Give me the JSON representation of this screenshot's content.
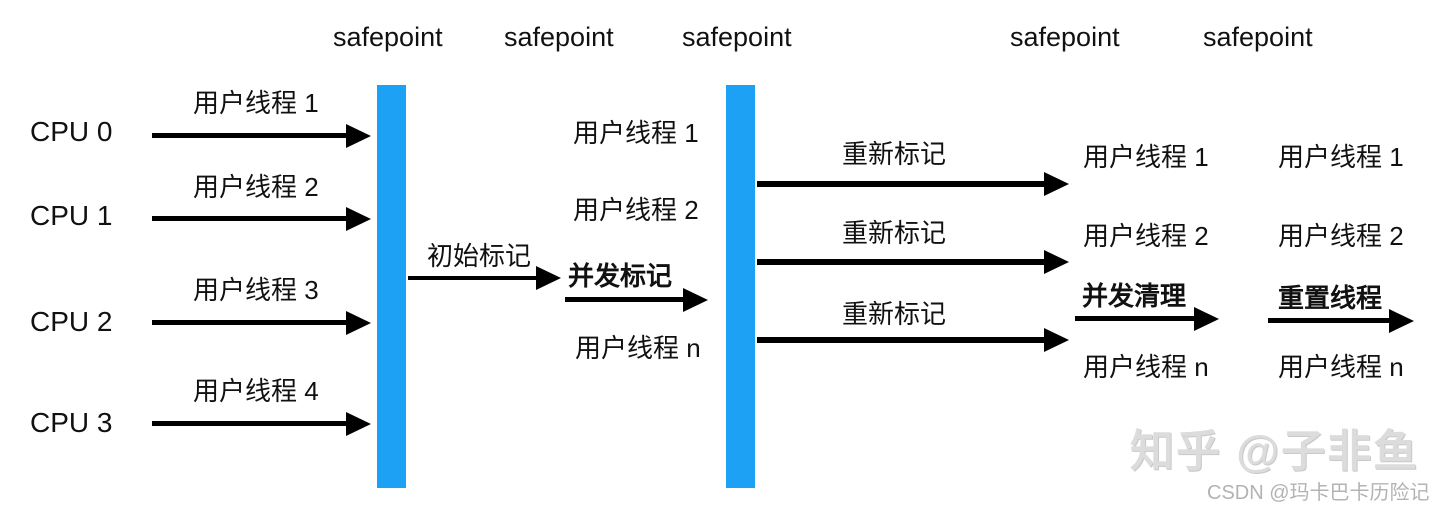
{
  "colors": {
    "bar_blue": "#1ca1f5",
    "arrow_black": "#000000",
    "watermark_light": "#dcdcdc",
    "watermark_gray": "#b3b3b3"
  },
  "safepoint_labels": [
    "safepoint",
    "safepoint",
    "safepoint",
    "safepoint",
    "safepoint"
  ],
  "left": {
    "cpus": [
      "CPU 0",
      "CPU 1",
      "CPU 2",
      "CPU 3"
    ],
    "threads": [
      "用户线程 1",
      "用户线程 2",
      "用户线程 3",
      "用户线程 4"
    ]
  },
  "phases": {
    "initial_mark": "初始标记",
    "concurrent_mark": "并发标记",
    "remark": [
      "重新标记",
      "重新标记",
      "重新标记"
    ],
    "concurrent_sweep": "并发清理",
    "reset_threads": "重置线程"
  },
  "mid_threads": [
    "用户线程 1",
    "用户线程 2",
    "用户线程 n"
  ],
  "col4_threads": [
    "用户线程 1",
    "用户线程 2",
    "用户线程 n"
  ],
  "col5_threads": [
    "用户线程 1",
    "用户线程 2",
    "用户线程 n"
  ],
  "watermark": {
    "zhihu": "知乎 @子非鱼",
    "csdn": "CSDN @玛卡巴卡历险记"
  }
}
